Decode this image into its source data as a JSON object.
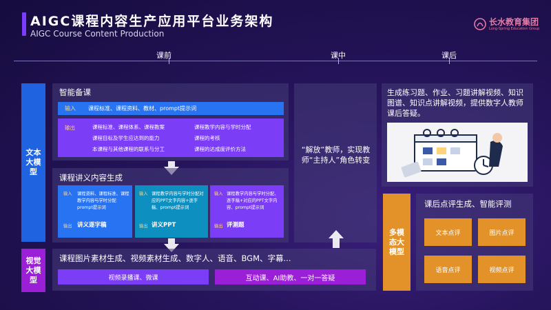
{
  "header": {
    "title": "AIGC课程内容生产应用平台业务架构",
    "subtitle": "AIGC Course Content Production",
    "logo_cn": "长水教育集团",
    "logo_en": "Long-Spring Education Group"
  },
  "timeline": {
    "labels": [
      "课前",
      "课中",
      "课后"
    ]
  },
  "side_labels": {
    "text_model": "文本大模型",
    "visual_model": "视觉大模型",
    "multimodal_model": "多模态大模型"
  },
  "smart_prep": {
    "title": "智能备课",
    "input_tag": "输入",
    "input_text": "课程标准、课程资料、教材、prompt提示词",
    "output_tag": "输出",
    "outputs": [
      "课程标准、课程体系、课程教案",
      "课程教学内容与学时分配",
      "课程目标及学生应达到的能力",
      "课程的考核",
      "本课程与其他课程的联系与分工",
      "课程的达成度评价方法"
    ]
  },
  "lecture_gen": {
    "title": "课程讲义内容生成",
    "cards": [
      {
        "in_tag": "输入",
        "in_text": "课程资料、课程标准、课程教学内容与学时分配prompt提示词",
        "out_tag": "输出",
        "out_name": "讲义逐字稿"
      },
      {
        "in_tag": "输入",
        "in_text": "课程教学内容与学时分配对应的PPT文字内容+逐字稿、prompt提示词",
        "out_tag": "输出",
        "out_name": "讲义PPT"
      },
      {
        "in_tag": "输入",
        "in_text": "课程教学内容与学时分配、逐字稿+对应的PPT文字内容、prompt提示词",
        "out_tag": "输出",
        "out_name": "评测题"
      }
    ]
  },
  "middle": {
    "text": "“解放”教师，实现教师“主持人”角色转变"
  },
  "after_class": {
    "text": "生成练习题、作业、习题讲解视频、知识图谱、知识点讲解视频，提供数字人教师课后答疑。",
    "review_title": "课后点评生成、智能评测",
    "tiles": [
      "文本点评",
      "图片点评",
      "语音点评",
      "视频点评"
    ]
  },
  "visual": {
    "title": "课程图片素材生成、视频素材生成、数字人、语音、BGM、字幕...",
    "bar1": "视频录播课、微课",
    "bar2": "互动课、AI助教、一对一答疑"
  },
  "colors": {
    "blue": "#1f63e0",
    "input_blue": "#2873f2",
    "purple": "#7b3df5",
    "magenta": "#9a1fd6",
    "orange": "#e3922a",
    "cyan": "#0d8fbf",
    "tag_yellow": "#ffd37a"
  }
}
